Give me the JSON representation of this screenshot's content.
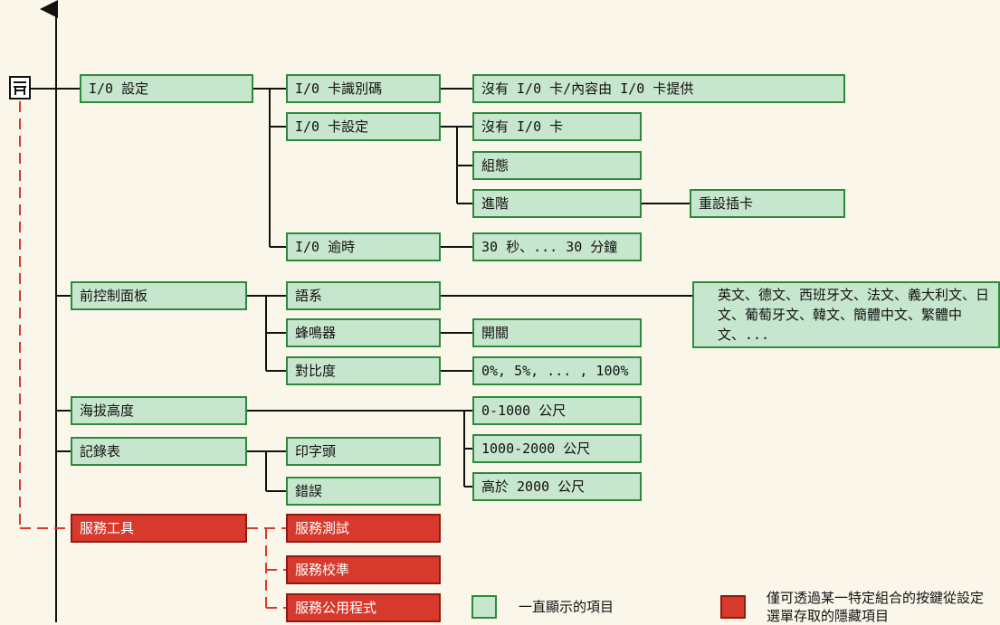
{
  "root": {
    "io_settings": "I/0 設定",
    "front_panel": "前控制面板",
    "altitude": "海拔高度",
    "logs": "記錄表",
    "service_tools": "服務工具"
  },
  "io": {
    "card_id": "I/0 卡識別碼",
    "card_id_value": "沒有 I/0 卡/內容由 I/0 卡提供",
    "card_settings": "I/0 卡設定",
    "no_card": "沒有 I/0 卡",
    "config": "組態",
    "advanced": "進階",
    "reset_card": "重設插卡",
    "timeout": "I/0 逾時",
    "timeout_value": "30 秒、... 30 分鐘"
  },
  "panel": {
    "language": "語系",
    "language_values": "英文、德文、西班牙文、法文、義大利文、日文、葡萄牙文、韓文、簡體中文、繁體中文、...",
    "buzzer": "蜂鳴器",
    "buzzer_value": "開關",
    "contrast": "對比度",
    "contrast_value": "0%, 5%, ... , 100%"
  },
  "altitude": {
    "low": "0-1000 公尺",
    "mid": "1000-2000 公尺",
    "high": "高於 2000 公尺"
  },
  "logs": {
    "printhead": "印字頭",
    "errors": "錯誤"
  },
  "service": {
    "test": "服務測試",
    "calibration": "服務校準",
    "utilities": "服務公用程式"
  },
  "legend": {
    "always_shown": "一直顯示的項目",
    "hidden": "僅可透過某一特定組合的按鍵從設定選單存取的隱藏項目"
  },
  "colors": {
    "visible_item": "#c6e6cd",
    "visible_border": "#2c8a3a",
    "hidden_item": "#d73a2d",
    "hidden_line": "#d73a2d",
    "connector": "#111111"
  }
}
